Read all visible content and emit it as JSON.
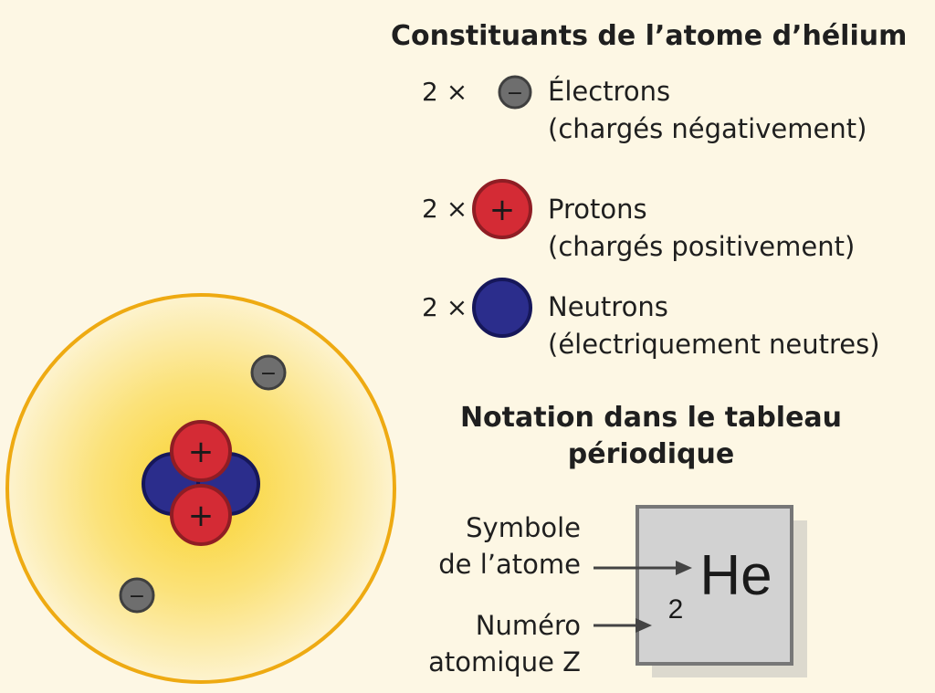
{
  "legend": {
    "title": "Constituants de l’atome d’hélium",
    "items": [
      {
        "count": "2 ×",
        "symbol": "−",
        "name": "Électrons",
        "desc": "(chargés négativement)",
        "color": "#6e6e6e",
        "stroke": "#3f3f3f"
      },
      {
        "count": "2 ×",
        "symbol": "+",
        "name": "Protons",
        "desc": "(chargés positivement)",
        "color": "#d42b35",
        "stroke": "#8f1d24"
      },
      {
        "count": "2 ×",
        "symbol": "",
        "name": "Neutrons",
        "desc": "(électriquement neutres)",
        "color": "#2b2d8c",
        "stroke": "#16175a"
      }
    ]
  },
  "atom": {
    "electron_symbol": "−",
    "proton_symbol": "+",
    "cloud_color": "#f9d63a",
    "orbit_color": "#eeaa12"
  },
  "notation": {
    "title_line1": "Notation dans le tableau",
    "title_line2": "périodique",
    "symbol_label_line1": "Symbole",
    "symbol_label_line2": "de l’atome",
    "z_label_line1": "Numéro",
    "z_label_line2": "atomique Z",
    "element_symbol": "He",
    "atomic_number": "2"
  }
}
